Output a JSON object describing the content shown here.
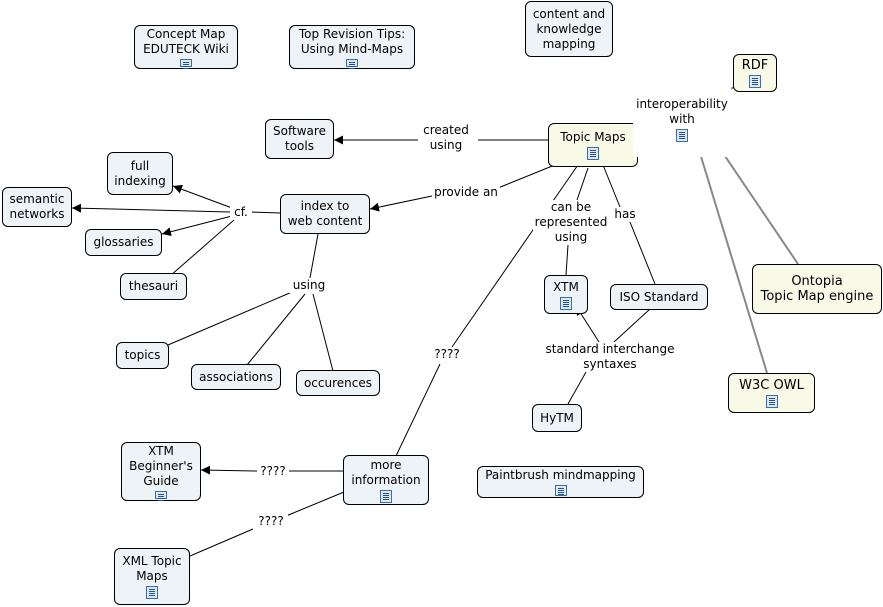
{
  "nodes": {
    "concept_map": "Concept Map\nEDUTECK Wiki",
    "revision_tips": "Top Revision Tips:\nUsing Mind-Maps",
    "content_mapping": "content and\nknowledge\nmapping",
    "rdf": "RDF",
    "topic_maps": "Topic Maps",
    "software_tools": "Software\ntools",
    "full_indexing": "full\nindexing",
    "semantic_networks": "semantic\nnetworks",
    "index_web": "index to\nweb content",
    "glossaries": "glossaries",
    "thesauri": "thesauri",
    "xtm": "XTM",
    "iso_standard": "ISO Standard",
    "ontopia": "Ontopia\nTopic Map engine",
    "topics": "topics",
    "associations": "associations",
    "occurences": "occurences",
    "w3c_owl": "W3C OWL",
    "hytm": "HyTM",
    "xtm_guide": "XTM\nBeginner's\nGuide",
    "more_info": "more\ninformation",
    "paintbrush": "Paintbrush mindmapping",
    "xml_topic_maps": "XML Topic\nMaps"
  },
  "links": {
    "interoperability": "interoperability\nwith",
    "created_using": "created\nusing",
    "provide_an": "provide an",
    "cf": "cf.",
    "can_be_represented": "can be\nrepresented\nusing",
    "has": "has",
    "using": "using",
    "standard_syntaxes": "standard interchange\nsyntaxes",
    "q_main": "????",
    "q_guide": "????",
    "q_xml": "????"
  },
  "colors": {
    "node_fill": "#eef3f7",
    "node_fill_highlight": "#f9f9e8",
    "link_line": "#000000",
    "interop_line": "#888888",
    "doc_icon": "#3a6ea8"
  }
}
